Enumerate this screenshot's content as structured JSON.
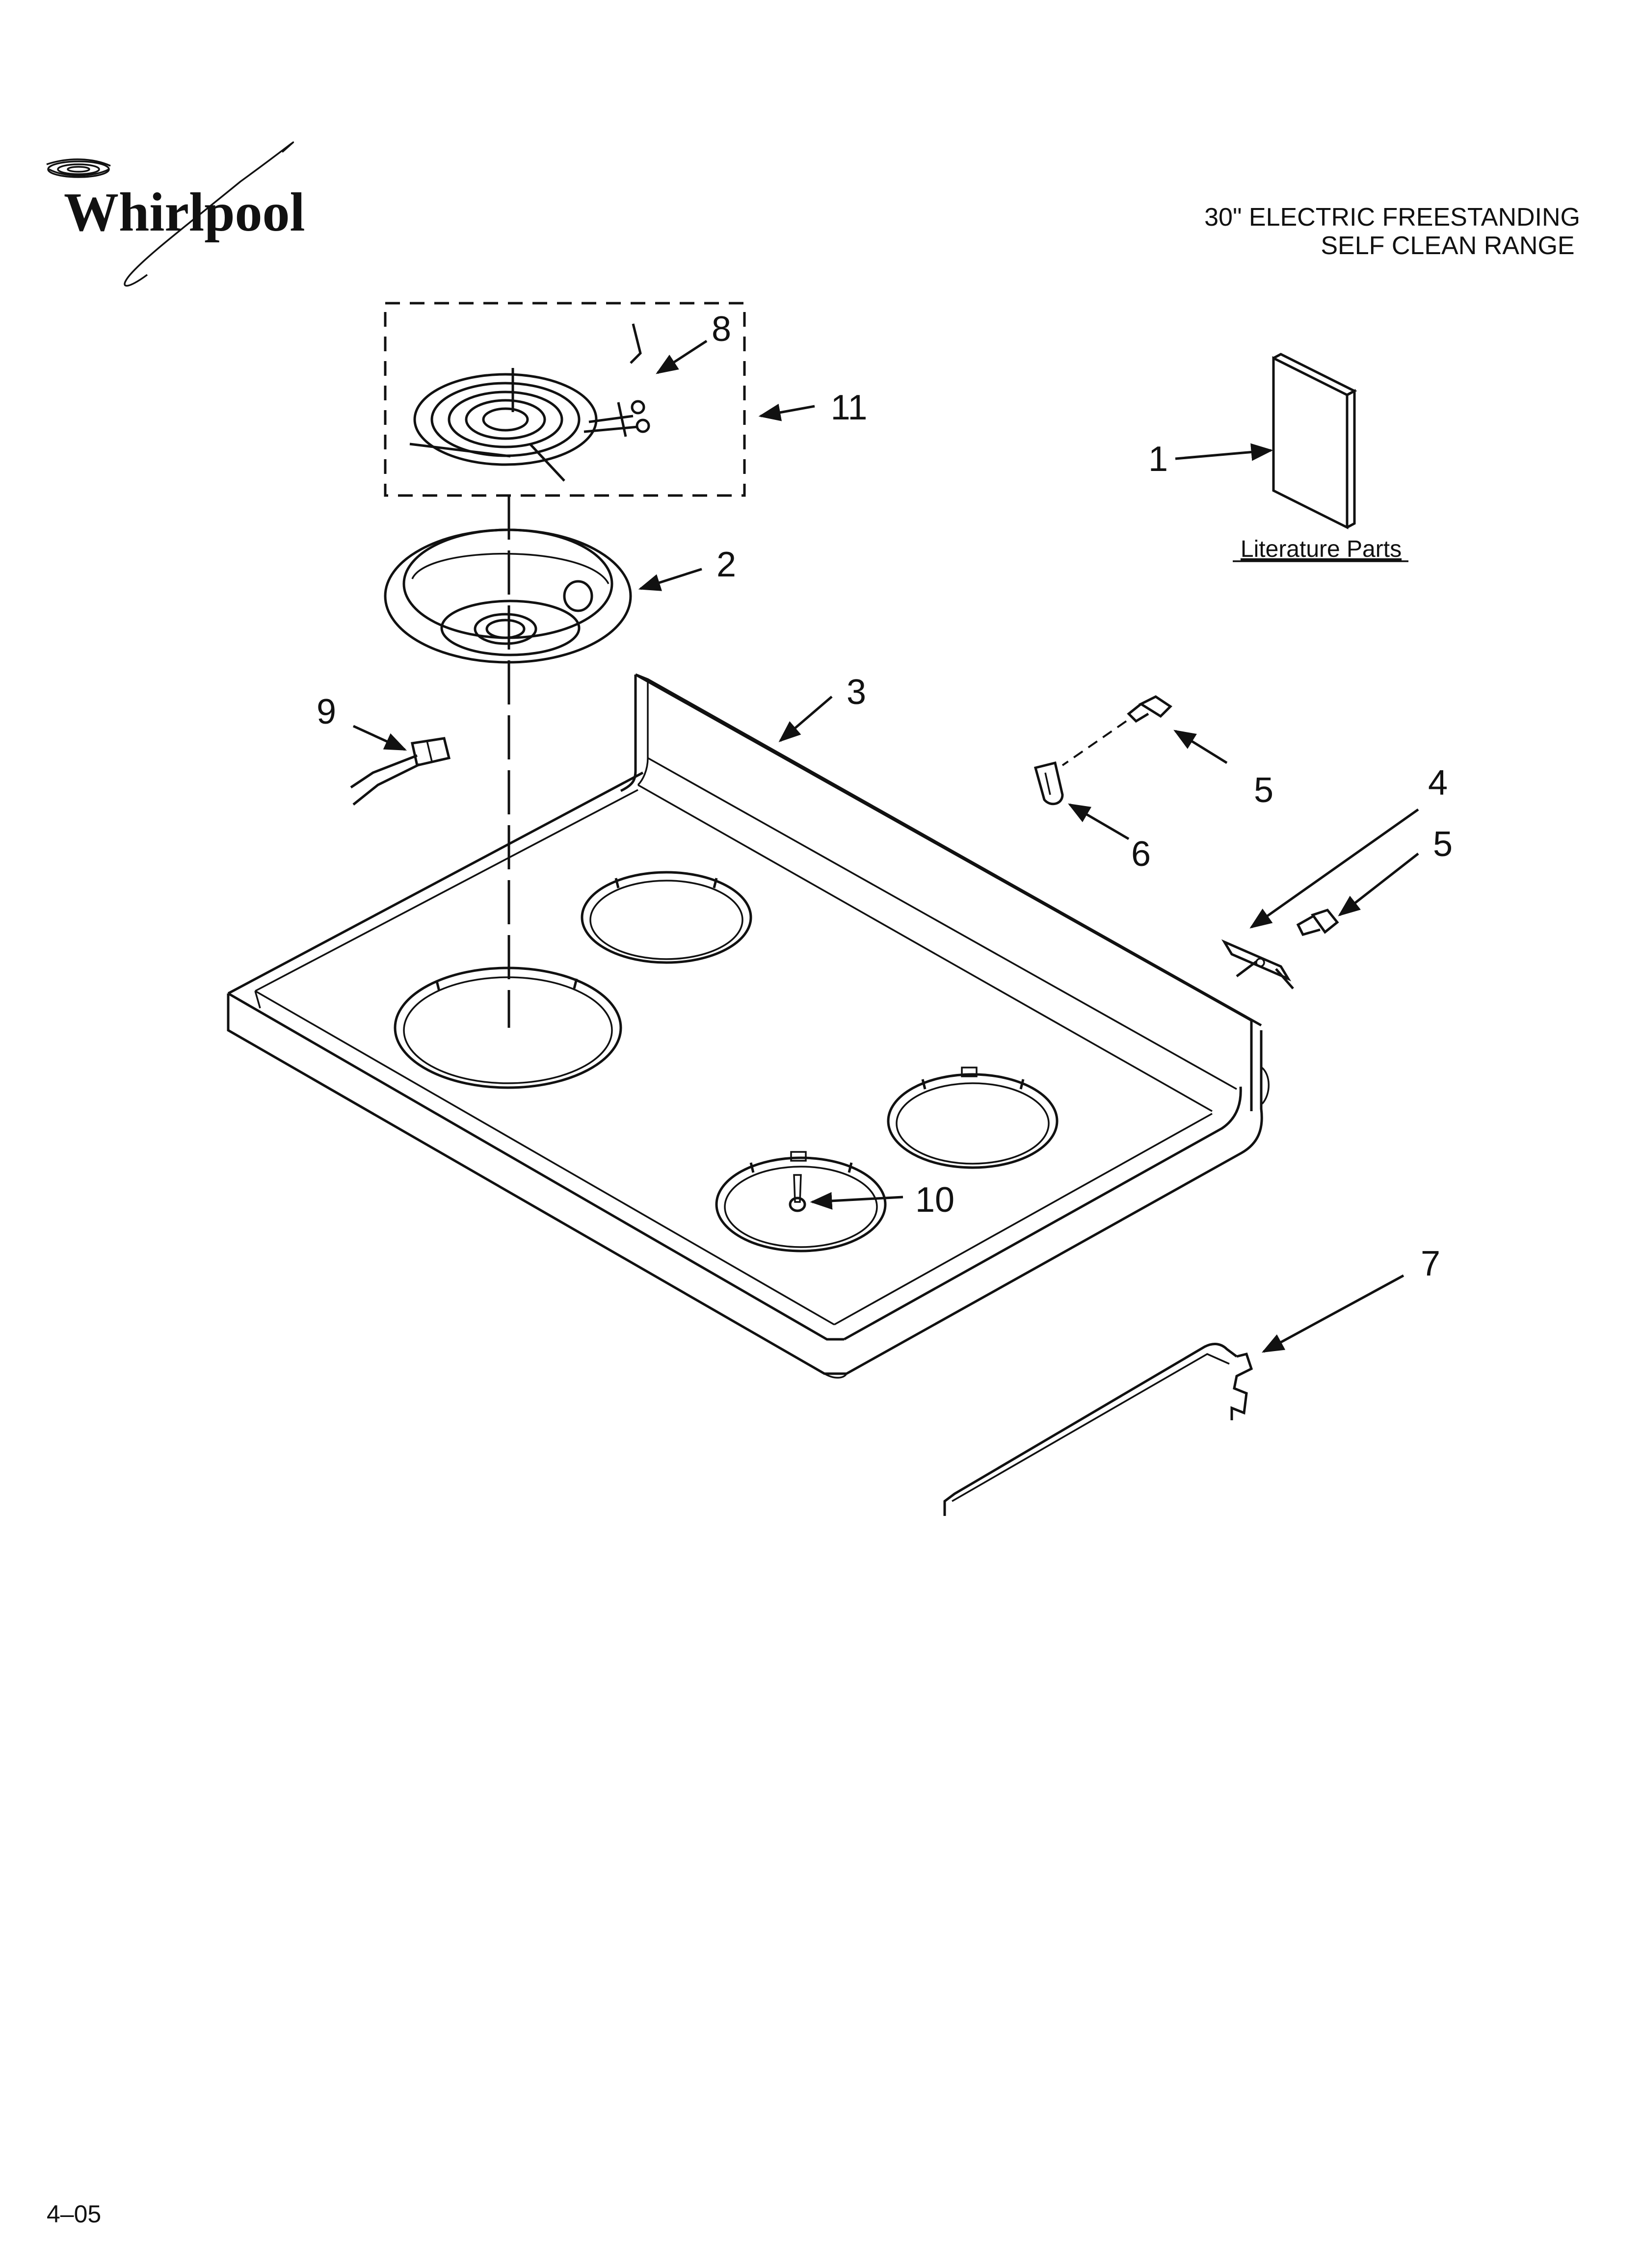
{
  "brand": {
    "name": "Whirlpool"
  },
  "header": {
    "line1": "30\" ELECTRIC FREESTANDING",
    "line2": "SELF CLEAN RANGE"
  },
  "literature": {
    "label": "Literature Parts"
  },
  "callouts": {
    "c1": "1",
    "c2": "2",
    "c3": "3",
    "c4": "4",
    "c5a": "5",
    "c5b": "5",
    "c6": "6",
    "c7": "7",
    "c8": "8",
    "c9": "9",
    "c10": "10",
    "c11": "11"
  },
  "footer": {
    "date": "4–05"
  },
  "colors": {
    "ink": "#111111",
    "paper": "#ffffff"
  }
}
